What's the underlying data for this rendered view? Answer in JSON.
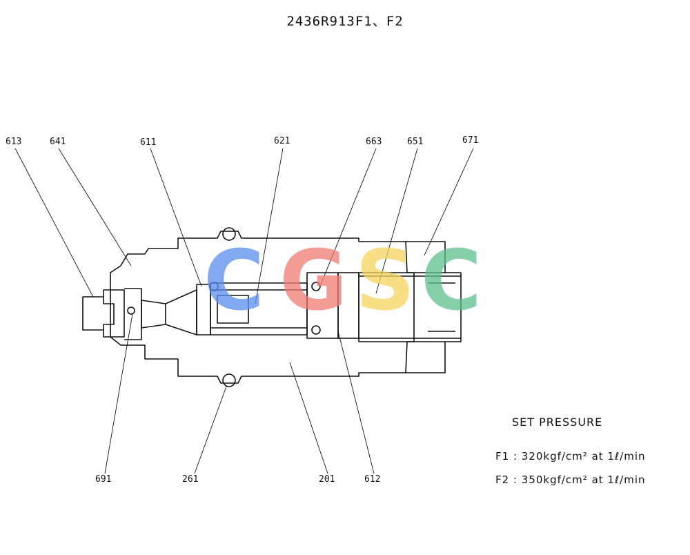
{
  "title": "2436R913F1、F2",
  "parts": {
    "p613": "613",
    "p641": "641",
    "p611": "611",
    "p621": "621",
    "p663": "663",
    "p651": "651",
    "p671": "671",
    "p691": "691",
    "p261": "261",
    "p201": "201",
    "p612": "612"
  },
  "set_pressure": {
    "heading": "SET PRESSURE",
    "f1": "F1 : 320kgf/cm²  at  1ℓ/min",
    "f2": "F2 : 350kgf/cm²  at  1ℓ/min"
  },
  "watermark": {
    "text": "CGSC",
    "colors": [
      "#5b8def",
      "#ef7b73",
      "#f6d35b",
      "#5fbf8f"
    ]
  }
}
